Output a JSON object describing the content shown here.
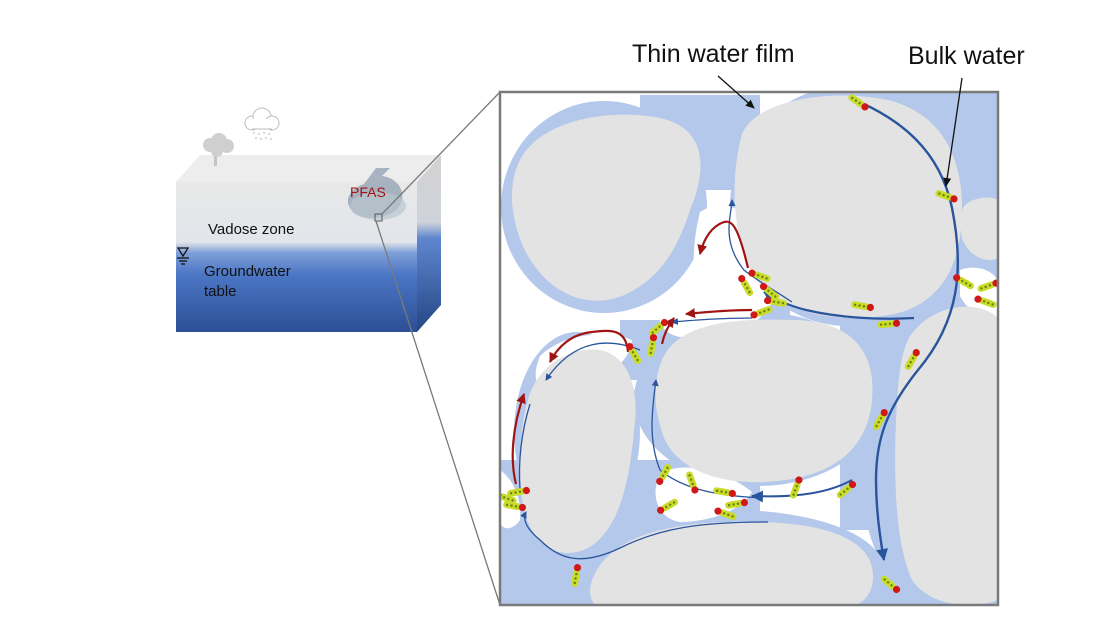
{
  "labels": {
    "thin_water_film": "Thin water film",
    "bulk_water": "Bulk water",
    "vadose_zone": "Vadose zone",
    "groundwater_line1": "Groundwater",
    "groundwater_line2": "table",
    "pfas": "PFAS"
  },
  "colors": {
    "grain": "#e3e3e3",
    "water": "#b3c8ea",
    "flow_arrow": "#2a559c",
    "air_water_arrow": "#a11414",
    "pfas_label": "#a11414",
    "groundwater": "#3562b7",
    "frame": "#7a7a7a",
    "molecule_tail": "#c8dc2a",
    "molecule_head": "#d01818"
  },
  "icons": [
    "tree-icon",
    "rain-cloud-icon",
    "water-table-symbol-icon",
    "pfas-molecule-icon"
  ]
}
